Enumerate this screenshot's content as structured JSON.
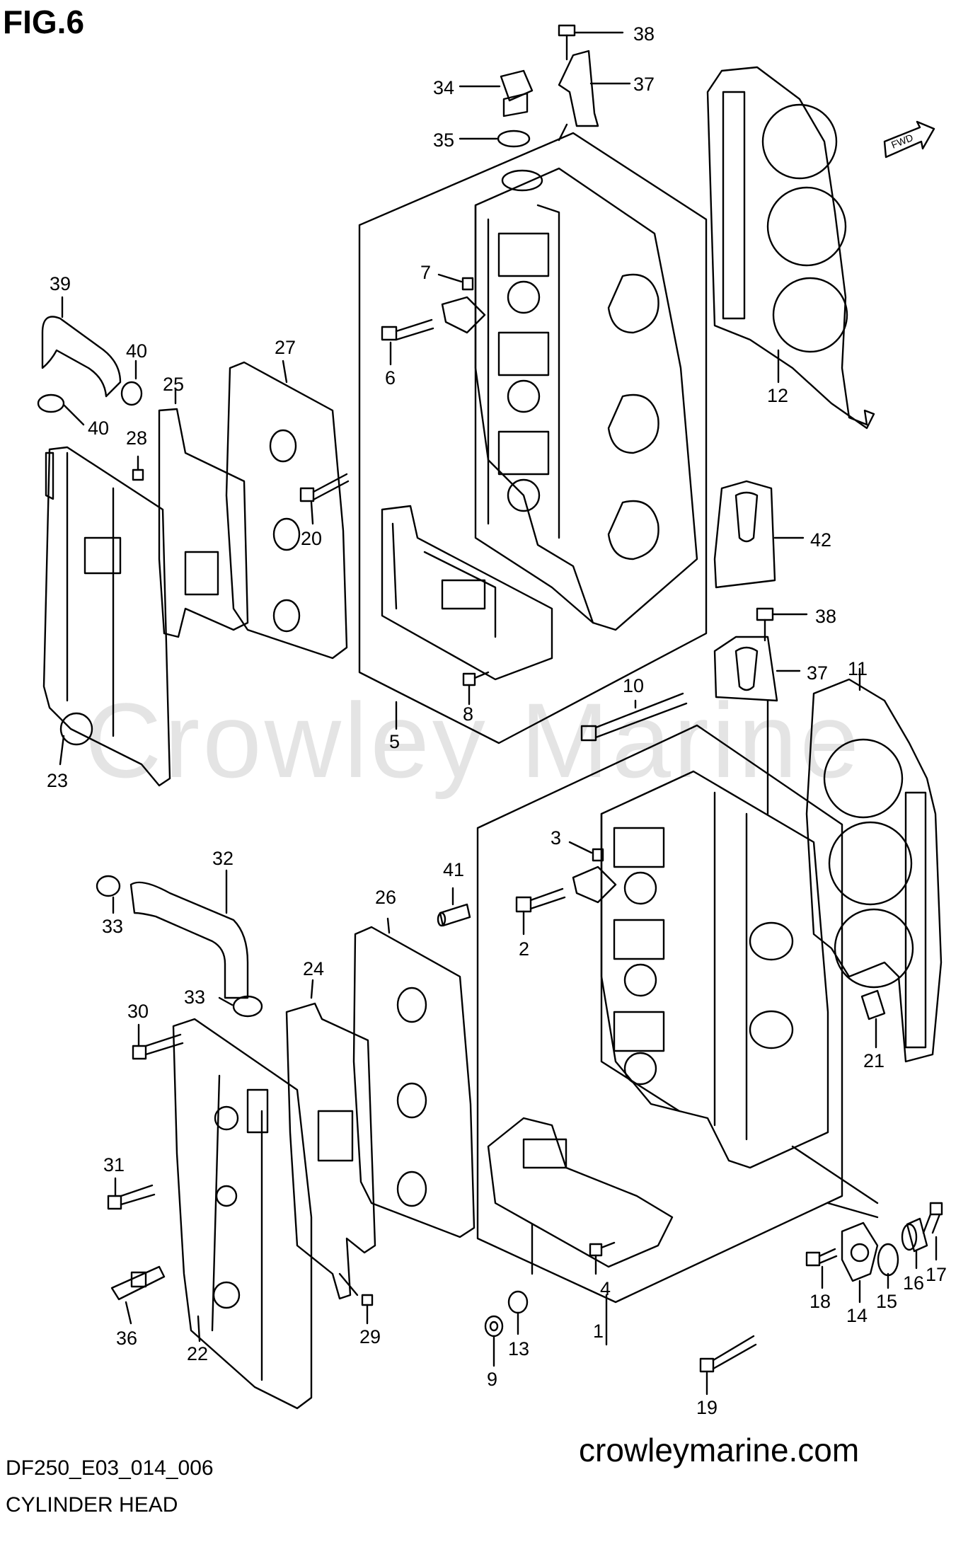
{
  "figure": {
    "title": "FIG.6",
    "diagram_code": "DF250_E03_014_006",
    "diagram_name": "CYLINDER HEAD",
    "website": "crowleymarine.com",
    "watermark": "Crowley Marine",
    "direction_marker": "FWD"
  },
  "callouts": [
    {
      "id": "c1",
      "label": "1"
    },
    {
      "id": "c2",
      "label": "2"
    },
    {
      "id": "c3",
      "label": "3"
    },
    {
      "id": "c4",
      "label": "4"
    },
    {
      "id": "c5",
      "label": "5"
    },
    {
      "id": "c6",
      "label": "6"
    },
    {
      "id": "c7",
      "label": "7"
    },
    {
      "id": "c8",
      "label": "8"
    },
    {
      "id": "c9",
      "label": "9"
    },
    {
      "id": "c10",
      "label": "10"
    },
    {
      "id": "c11",
      "label": "11"
    },
    {
      "id": "c12",
      "label": "12"
    },
    {
      "id": "c13",
      "label": "13"
    },
    {
      "id": "c14",
      "label": "14"
    },
    {
      "id": "c15",
      "label": "15"
    },
    {
      "id": "c16",
      "label": "16"
    },
    {
      "id": "c17",
      "label": "17"
    },
    {
      "id": "c18",
      "label": "18"
    },
    {
      "id": "c19",
      "label": "19"
    },
    {
      "id": "c20",
      "label": "20"
    },
    {
      "id": "c21",
      "label": "21"
    },
    {
      "id": "c22",
      "label": "22"
    },
    {
      "id": "c23",
      "label": "23"
    },
    {
      "id": "c24",
      "label": "24"
    },
    {
      "id": "c25",
      "label": "25"
    },
    {
      "id": "c26",
      "label": "26"
    },
    {
      "id": "c27",
      "label": "27"
    },
    {
      "id": "c28",
      "label": "28"
    },
    {
      "id": "c29",
      "label": "29"
    },
    {
      "id": "c30",
      "label": "30"
    },
    {
      "id": "c31",
      "label": "31"
    },
    {
      "id": "c32",
      "label": "32"
    },
    {
      "id": "c33a",
      "label": "33"
    },
    {
      "id": "c33b",
      "label": "33"
    },
    {
      "id": "c34",
      "label": "34"
    },
    {
      "id": "c35",
      "label": "35"
    },
    {
      "id": "c36",
      "label": "36"
    },
    {
      "id": "c37a",
      "label": "37"
    },
    {
      "id": "c37b",
      "label": "37"
    },
    {
      "id": "c38a",
      "label": "38"
    },
    {
      "id": "c38b",
      "label": "38"
    },
    {
      "id": "c39",
      "label": "39"
    },
    {
      "id": "c40a",
      "label": "40"
    },
    {
      "id": "c40b",
      "label": "40"
    },
    {
      "id": "c41",
      "label": "41"
    },
    {
      "id": "c42",
      "label": "42"
    }
  ]
}
